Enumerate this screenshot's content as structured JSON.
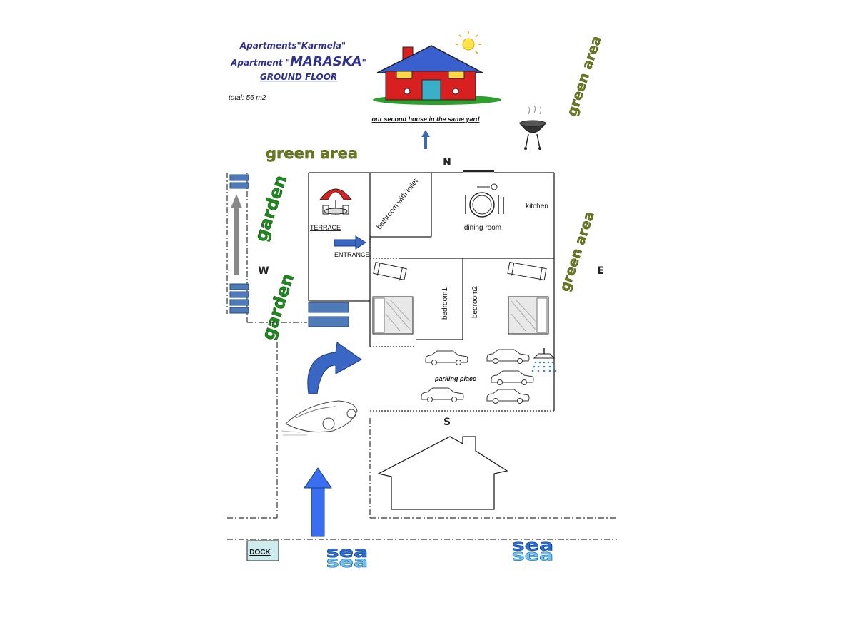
{
  "header": {
    "line1": "Apartments\"Karmela\"",
    "line2_prefix": "Apartment \"",
    "line2_name": "MARASKA",
    "line2_suffix": "\"",
    "line3": "GROUND  FLOOR",
    "total": "total: 56 m2"
  },
  "labels": {
    "second_house": "our second house in the same yard",
    "green_area": "green area",
    "garden": "garden",
    "terrace": "TERRACE",
    "entrance": "ENTRANCE",
    "bathroom": "bathroom with toilet",
    "dining_room": "dining room",
    "kitchen": "kitchen",
    "bedroom1": "bedroom1",
    "bedroom2": "bedroom2",
    "parking": "parking place",
    "dock": "DOCK",
    "sea": "sea"
  },
  "compass": {
    "north": "N",
    "south": "S",
    "east": "E",
    "west": "W"
  },
  "colors": {
    "title": "#2e3192",
    "green_area": "#6b7a1e",
    "garden": "#1f8a1f",
    "arrow_blue": "#3a66c4",
    "block_blue": "#4f7ab8",
    "sea_blue": "#2a6fd1",
    "house_red": "#d92020",
    "roof_blue": "#3a5fcf",
    "dock_bg": "#cdecee"
  }
}
